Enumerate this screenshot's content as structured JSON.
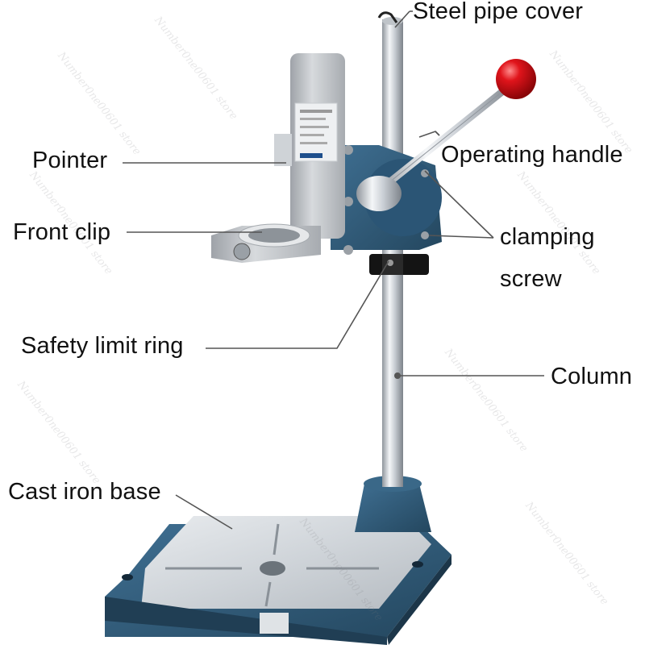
{
  "labels": {
    "steel_pipe_cover": "Steel pipe cover",
    "operating_handle": "Operating handle",
    "pointer": "Pointer",
    "front_clip": "Front clip",
    "clamping_screw_line1": "clamping",
    "clamping_screw_line2": "screw",
    "safety_limit_ring": "Safety limit ring",
    "column": "Column",
    "cast_iron_base": "Cast iron base"
  },
  "watermark": "Number0ne00601 store",
  "colors": {
    "base_blue": "#2f5b7a",
    "handle_knob": "#e0141b",
    "aluminum": "#b9bcc1",
    "chrome": "#d9dde2",
    "leader_line": "#555555"
  }
}
